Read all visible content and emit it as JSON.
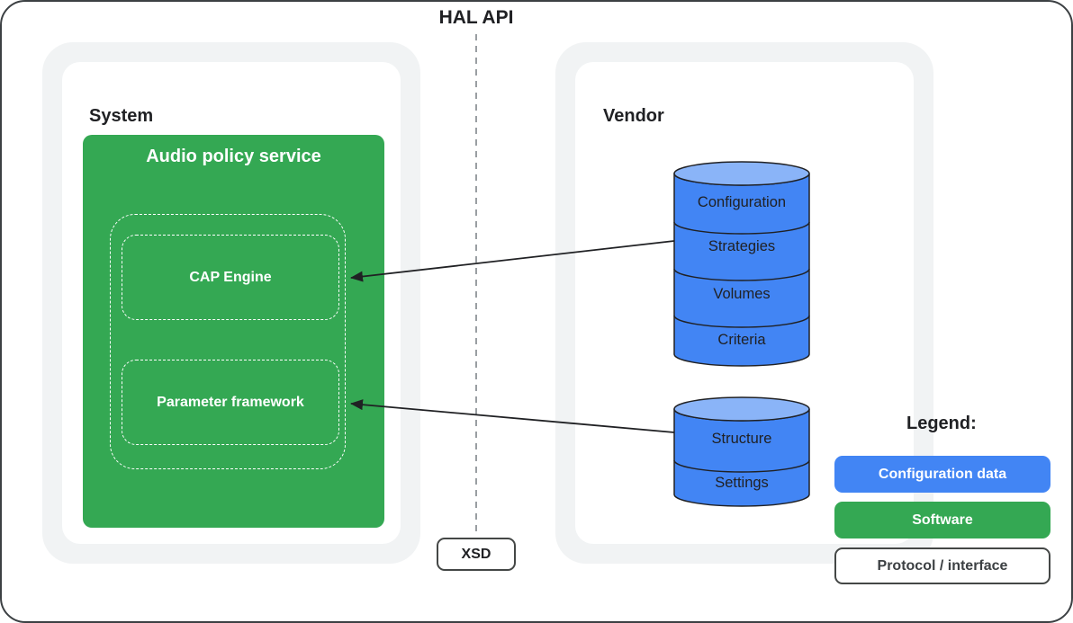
{
  "colors": {
    "green": "#34a853",
    "blue": "#4285f4",
    "blue_light": "#8ab4f8",
    "container_gray": "#f1f3f4",
    "ink": "#202124"
  },
  "hal_api": {
    "label": "HAL API"
  },
  "xsd": {
    "label": "XSD"
  },
  "system": {
    "label": "System",
    "audio_policy_service": {
      "title": "Audio policy service",
      "cap_engine": "CAP Engine",
      "parameter_framework": "Parameter framework"
    }
  },
  "vendor": {
    "label": "Vendor",
    "config_db": {
      "segments": [
        "Configuration",
        "Strategies",
        "Volumes",
        "Criteria"
      ]
    },
    "param_db": {
      "segments": [
        "Structure",
        "Settings"
      ]
    }
  },
  "legend": {
    "title": "Legend:",
    "items": [
      {
        "label": "Configuration data",
        "type": "blue"
      },
      {
        "label": "Software",
        "type": "green"
      },
      {
        "label": "Protocol / interface",
        "type": "white"
      }
    ]
  }
}
